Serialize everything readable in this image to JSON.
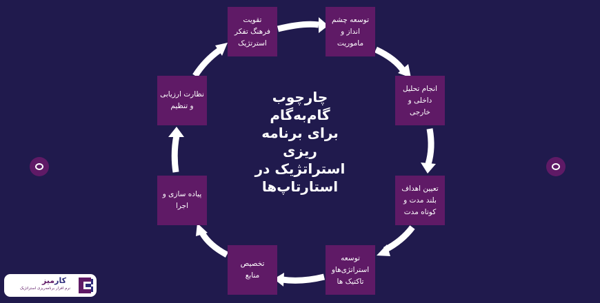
{
  "title_lines": [
    "چارچوب",
    "گام‌به‌گام",
    "برای برنامه",
    "ریزی",
    "استراتژیک در",
    "استارتاپ‌ها"
  ],
  "steps": {
    "s1": "تقویت\nفرهنگ تفکر\nاسترتژیک",
    "s2": "توسعه چشم\nانداز و\nماموریت",
    "s3": "انجام تحلیل\nداخلی و\nخارجی",
    "s4": "تعیین اهداف\nبلند مدت و\nکوتاه مدت",
    "s5": "توسعه\nاستراتژی‌هاو\nتاکتیک ها",
    "s6": "تخصیص\nمنابع",
    "s7": "پیاده سازی و\nاجرا",
    "s8": "نظارت  ارزیابی\nو تنظیم"
  },
  "logo": {
    "name_a": "کار",
    "name_b": "میز",
    "tagline": "نرم افزار برنامه‌ریزی استراتژیک"
  },
  "colors": {
    "background": "#201a4d",
    "box": "#5f1a66",
    "text": "#ffffff"
  }
}
